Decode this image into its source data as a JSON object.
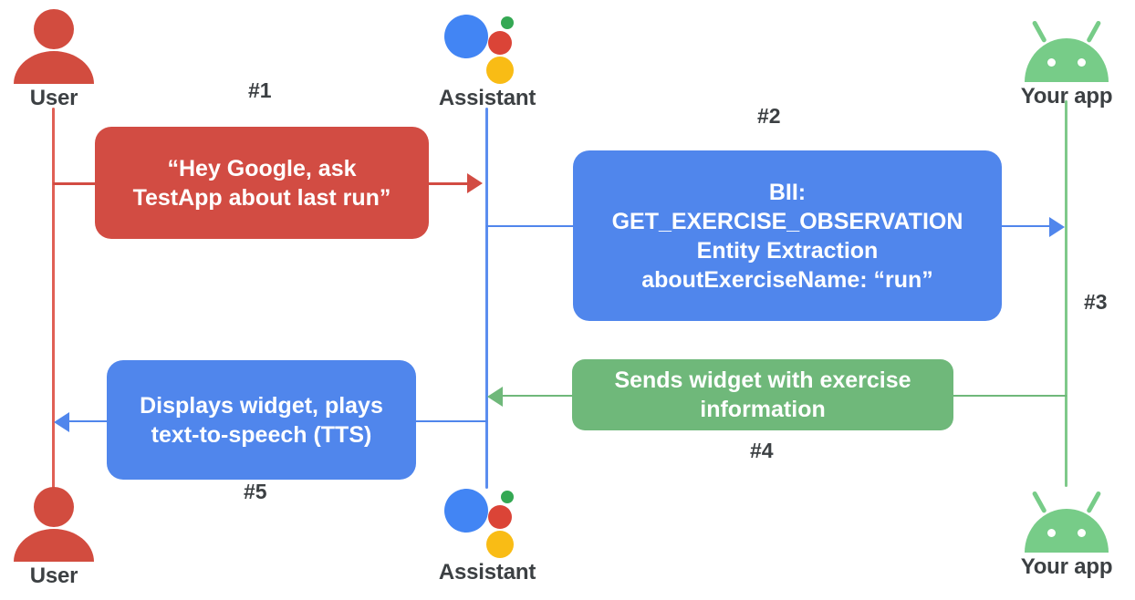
{
  "diagram": {
    "title": "Google Assistant App Actions sequence diagram",
    "type": "sequence-diagram",
    "background": "#ffffff",
    "colors": {
      "user": "#D24C43",
      "assistant": "#5086EC",
      "app": "#6FB87A",
      "text_dark": "#3C4043",
      "text_light": "#ffffff",
      "assistant_dot_blue": "#4285F4",
      "assistant_dot_red": "#DB4437",
      "assistant_dot_yellow": "#F9BC15",
      "assistant_dot_green": "#34A853",
      "android_green": "#77CC88"
    }
  },
  "actors": {
    "top": [
      {
        "id": "user",
        "label": "User",
        "icon": "user-icon"
      },
      {
        "id": "assistant",
        "label": "Assistant",
        "icon": "google-assistant-icon"
      },
      {
        "id": "app",
        "label": "Your app",
        "icon": "android-robot-icon"
      }
    ],
    "bottom": [
      {
        "id": "user",
        "label": "User",
        "icon": "user-icon"
      },
      {
        "id": "assistant",
        "label": "Assistant",
        "icon": "google-assistant-icon"
      },
      {
        "id": "app",
        "label": "Your app",
        "icon": "android-robot-icon"
      }
    ]
  },
  "steps": [
    {
      "number": "#1",
      "from": "user",
      "to": "assistant",
      "color": "red",
      "lines": [
        "“Hey Google, ask",
        "TestApp about last run”"
      ]
    },
    {
      "number": "#2",
      "from": "assistant",
      "to": "app",
      "color": "blue",
      "lines": [
        "BII:",
        "GET_EXERCISE_OBSERVATION",
        "Entity Extraction",
        "aboutExerciseName: “run”"
      ]
    },
    {
      "number": "#3",
      "from": "assistant",
      "to": "app",
      "color": "blue",
      "lines": []
    },
    {
      "number": "#4",
      "from": "app",
      "to": "assistant",
      "color": "green",
      "lines": [
        "Sends widget with exercise",
        "information"
      ]
    },
    {
      "number": "#5",
      "from": "assistant",
      "to": "user",
      "color": "blue",
      "lines": [
        "Displays widget, plays",
        "text-to-speech (TTS)"
      ]
    }
  ]
}
